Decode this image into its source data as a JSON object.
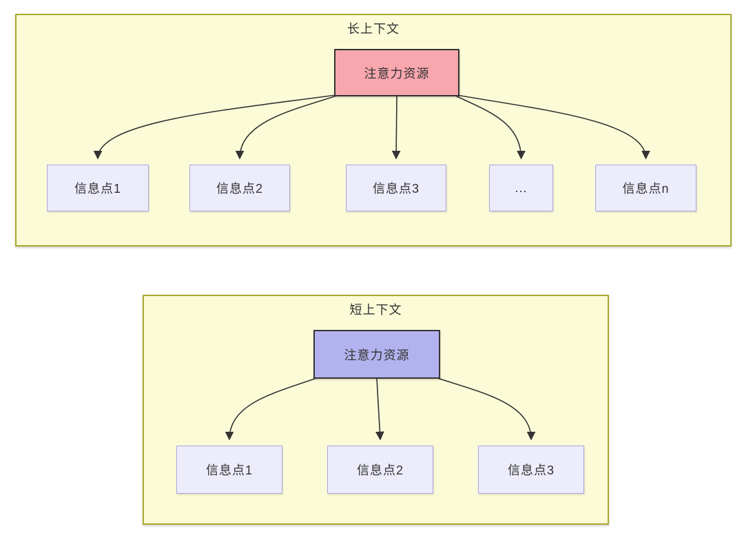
{
  "colors": {
    "container_bg": "#fbfbd8",
    "container_border": "#a9a931",
    "long_attention_fill": "#f8a7ae",
    "short_attention_fill": "#b2b2ee",
    "attention_border": "#333333",
    "node_fill": "#ececfb",
    "node_border": "#aba3dc",
    "arrow_color": "#333333",
    "text_color": "#333333"
  },
  "long_context": {
    "title": "长上下文",
    "attention_label": "注意力资源",
    "nodes": [
      {
        "label": "信息点1"
      },
      {
        "label": "信息点2"
      },
      {
        "label": "信息点3"
      },
      {
        "label": "..."
      },
      {
        "label": "信息点n"
      }
    ]
  },
  "short_context": {
    "title": "短上下文",
    "attention_label": "注意力资源",
    "nodes": [
      {
        "label": "信息点1"
      },
      {
        "label": "信息点2"
      },
      {
        "label": "信息点3"
      }
    ]
  }
}
